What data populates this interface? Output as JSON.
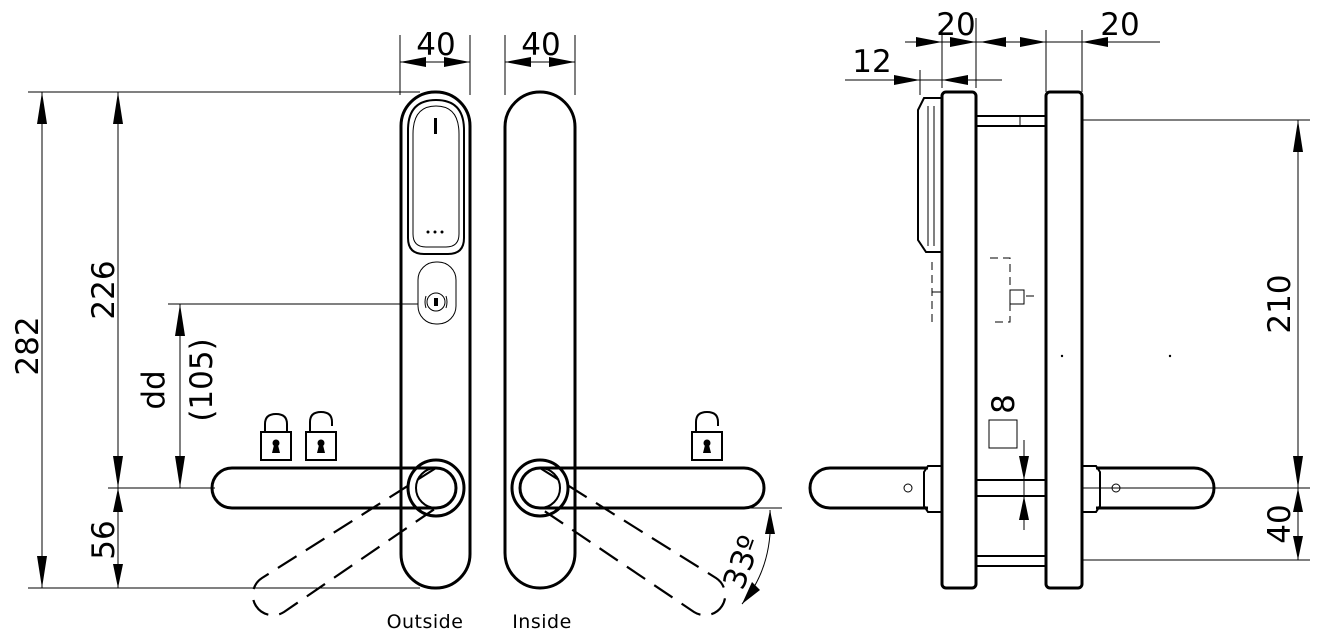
{
  "dimensions": {
    "outside_width": "40",
    "inside_width": "40",
    "side_width_left": "20",
    "side_width_right": "20",
    "side_offset": "12",
    "total_height": "282",
    "upper_height": "226",
    "lower_height": "56",
    "dd_label": "dd",
    "dd_value": "(105)",
    "side_height": "210",
    "side_lower": "40",
    "spindle": "8",
    "angle": "33º"
  },
  "captions": {
    "outside": "Outside",
    "inside": "Inside"
  }
}
